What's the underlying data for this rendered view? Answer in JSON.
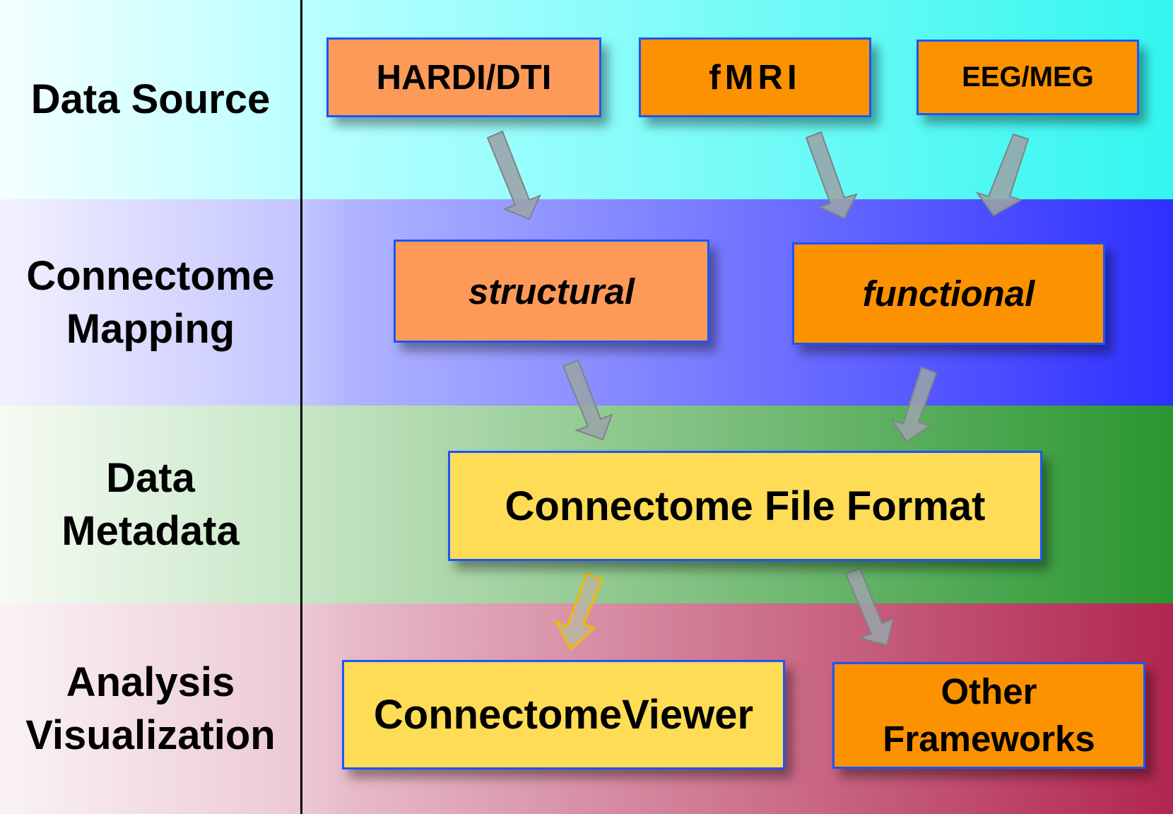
{
  "rows": {
    "source": "Data Source",
    "mapping_line1": "Connectome",
    "mapping_line2": "Mapping",
    "metadata_line1": "Data",
    "metadata_line2": "Metadata",
    "analysis_line1": "Analysis",
    "analysis_line2": "Visualization"
  },
  "boxes": {
    "hardi": "HARDI/DTI",
    "fmri": "fMRI",
    "eeg": "EEG/MEG",
    "structural": "structural",
    "functional": "functional",
    "cff": "Connectome File Format",
    "viewer": "ConnectomeViewer",
    "other_line1": "Other",
    "other_line2": "Frameworks"
  },
  "colors": {
    "box_border": "#1b55ff",
    "salmon_box": "#fd9a58",
    "orange_box": "#fd9200",
    "yellow_box": "#fedc56",
    "arrow_fill": "#9aa4a8",
    "highlight_arrow_stroke": "#f5b800"
  }
}
